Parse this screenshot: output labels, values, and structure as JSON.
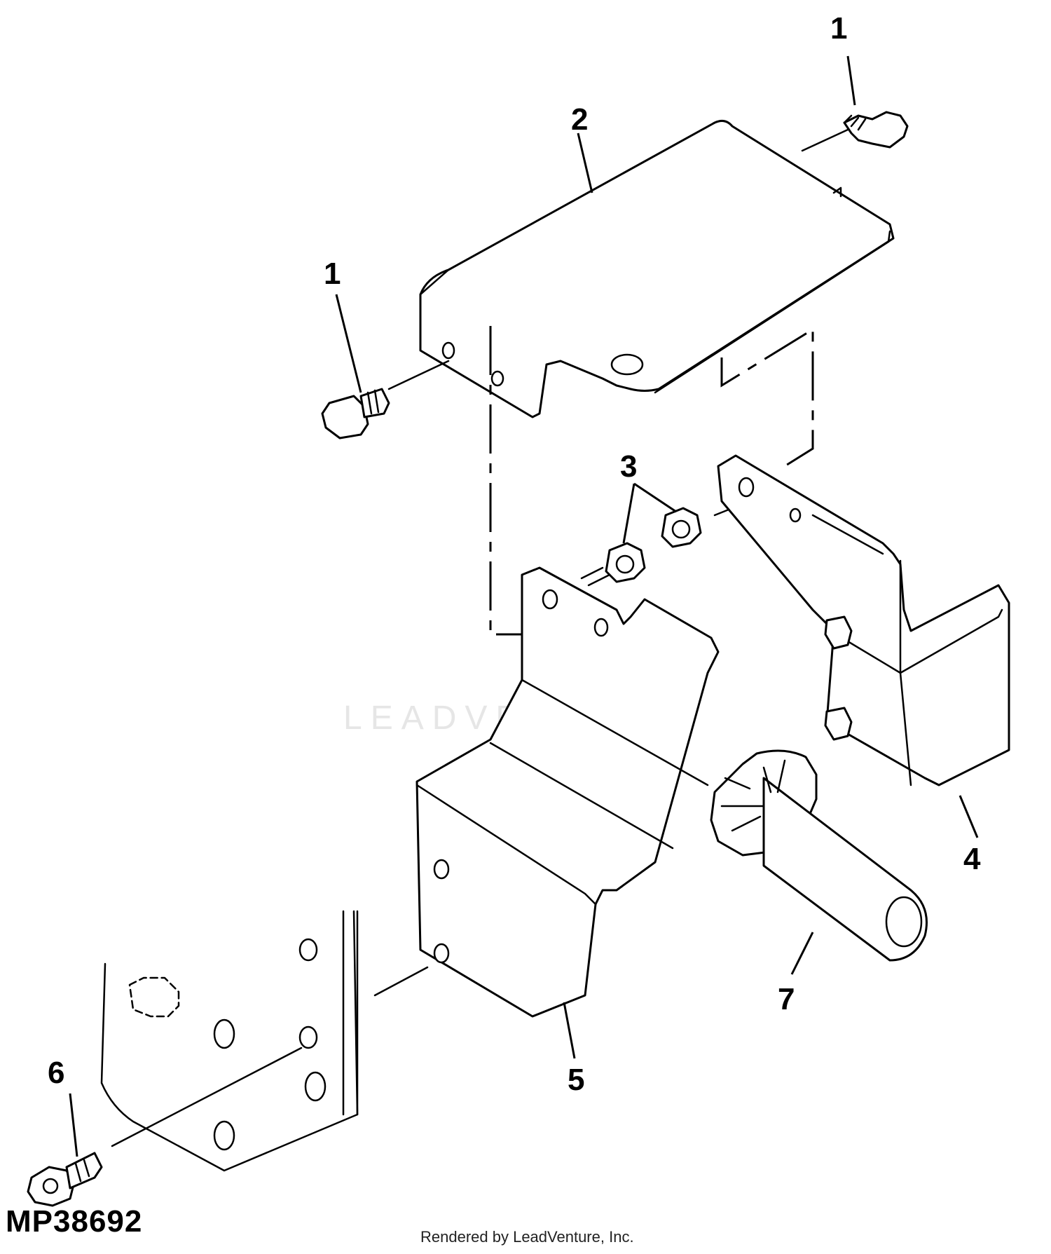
{
  "figure_id": "MP38692",
  "credit": "Rendered by LeadVenture, Inc.",
  "watermark": "LEADVENTURE",
  "callouts": {
    "bolt_top": "1",
    "bolt_left": "1",
    "cover": "2",
    "nuts": "3",
    "right_bracket": "4",
    "left_bracket": "5",
    "lower_bolt": "6",
    "grip": "7"
  }
}
